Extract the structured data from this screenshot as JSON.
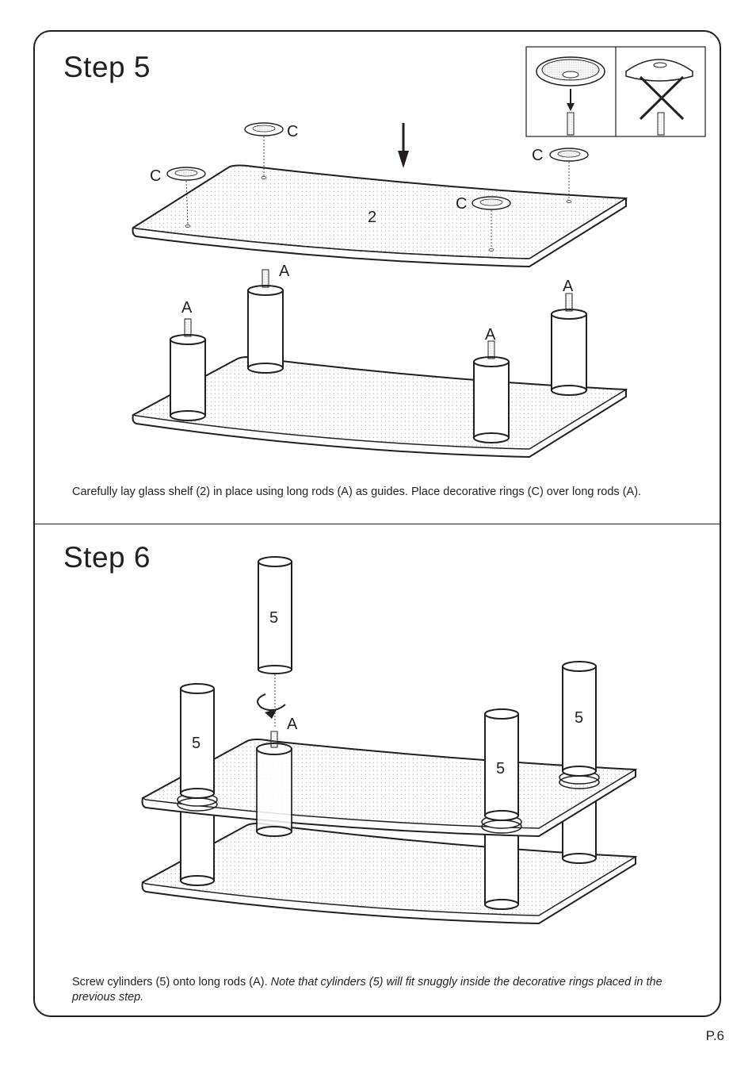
{
  "step5": {
    "title": "Step  5",
    "caption": "Carefully lay glass shelf (2) in place using long rods (A) as guides. Place decorative rings (C) over long rods (A).",
    "labels": {
      "ring": "C",
      "rod": "A",
      "shelf": "2"
    }
  },
  "step6": {
    "title": "Step  6",
    "caption_plain": "Screw cylinders (5) onto long rods (A). ",
    "caption_italic": "Note that cylinders (5) will fit snuggly inside the decorative rings placed in the previous step.",
    "labels": {
      "cylinder": "5",
      "rod": "A"
    }
  },
  "page_number": "P.6"
}
